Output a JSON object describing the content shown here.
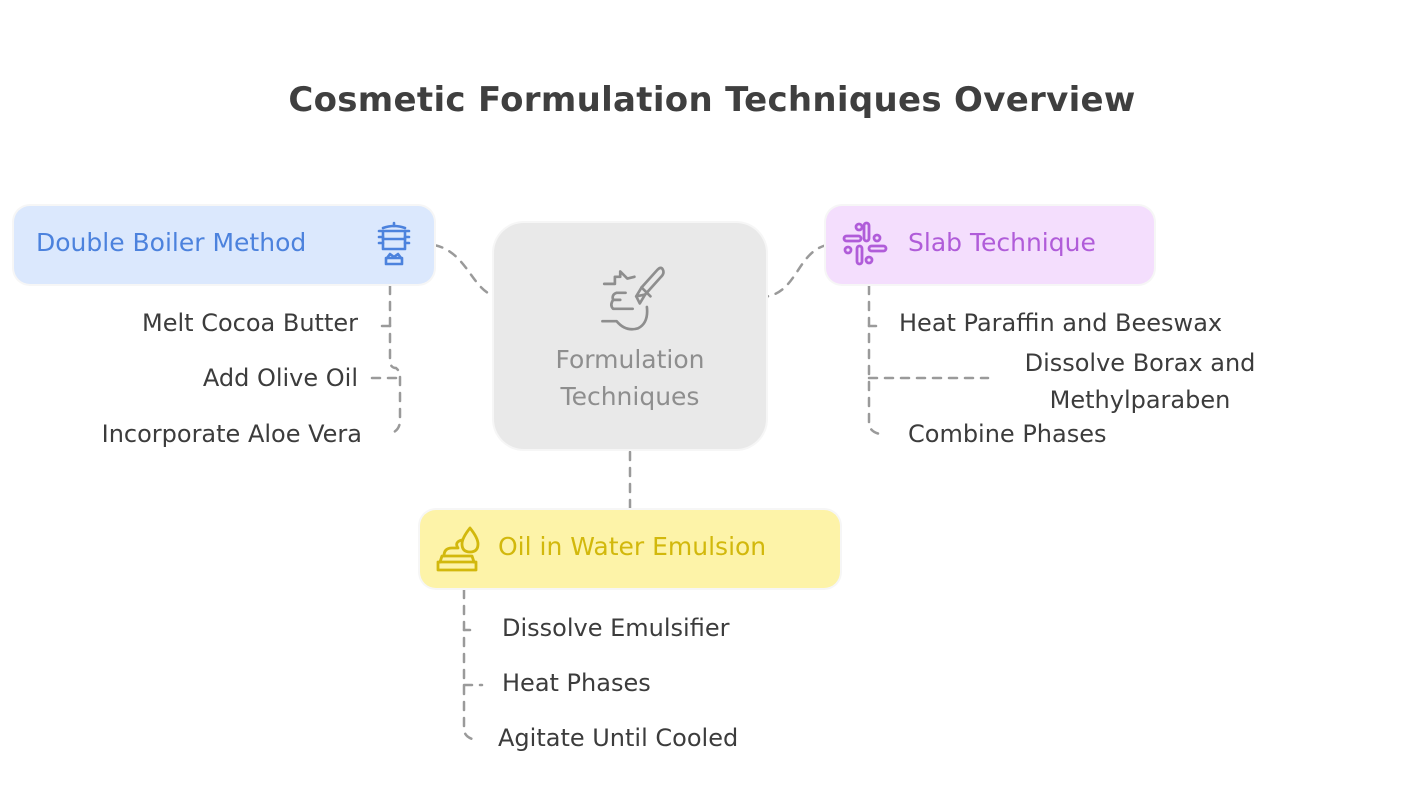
{
  "title": "Cosmetic Formulation Techniques Overview",
  "colors": {
    "center_fill": "#e9e9e9",
    "center_text": "#8e8e8e",
    "blue_fill": "#dbe8fd",
    "blue_text": "#4c82dd",
    "purple_fill": "#f4defd",
    "purple_text": "#b05cd9",
    "yellow_fill": "#fdf3a8",
    "yellow_text": "#d2b80c",
    "leaf_text": "#3c3c3c",
    "connector": "#9a9a9a"
  },
  "center": {
    "label": "Formulation Techniques",
    "icon": "makeup-brush-face-icon"
  },
  "branches": [
    {
      "id": "double-boiler",
      "label": "Double Boiler Method",
      "icon": "double-boiler-pot-icon",
      "color": "blue",
      "children": [
        "Melt Cocoa Butter",
        "Add Olive Oil",
        "Incorporate Aloe Vera"
      ]
    },
    {
      "id": "slab",
      "label": "Slab Technique",
      "icon": "slack-grid-icon",
      "color": "purple",
      "children": [
        "Heat Paraffin and Beeswax",
        "Dissolve Borax and Methylparaben",
        "Combine Phases"
      ]
    },
    {
      "id": "oil-in-water",
      "label": "Oil in Water Emulsion",
      "icon": "cream-drop-icon",
      "color": "yellow",
      "children": [
        "Dissolve Emulsifier",
        "Heat Phases",
        "Agitate Until Cooled"
      ]
    }
  ]
}
